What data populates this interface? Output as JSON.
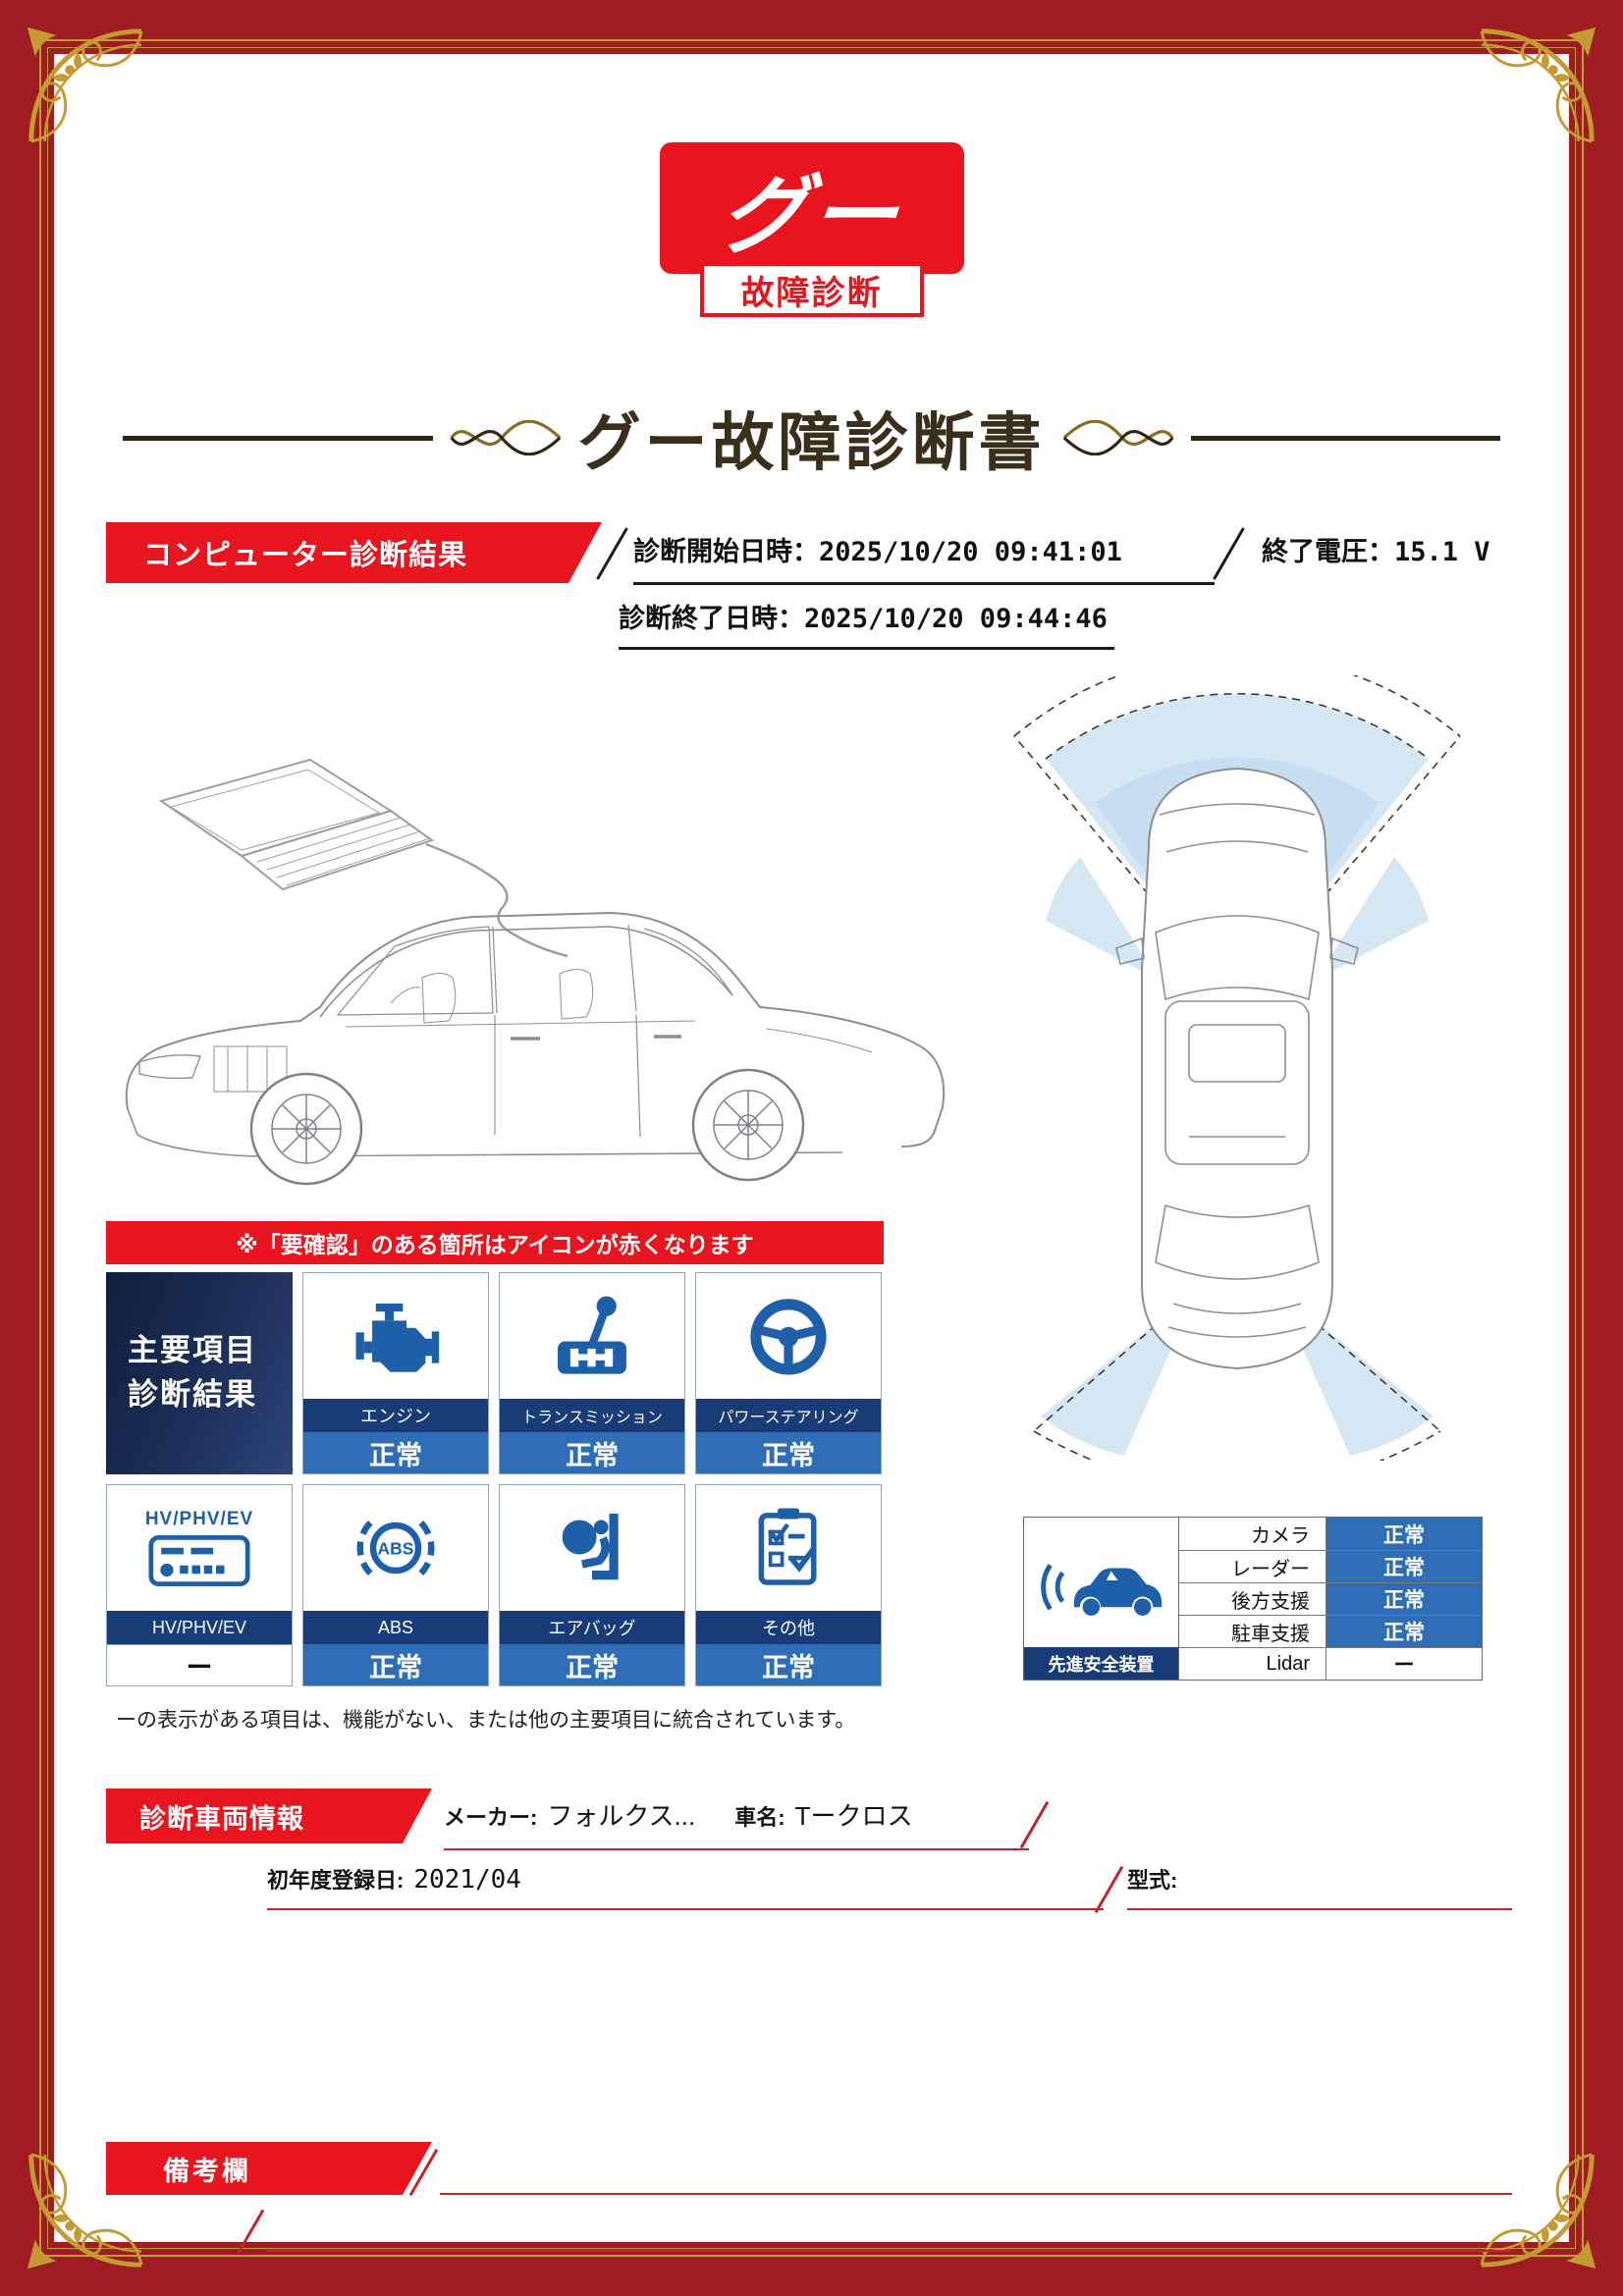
{
  "logo": {
    "main": "グー",
    "sub": "故障診断"
  },
  "title": "グー故障診断書",
  "diagnosis": {
    "section_title": "コンピューター診断結果",
    "start_label": "診断開始日時：",
    "start_value": "2025/10/20 09:41:01",
    "voltage_label": "終了電圧：",
    "voltage_value": "15.1 V",
    "end_label": "診断終了日時：",
    "end_value": "2025/10/20 09:44:46"
  },
  "warning_note": "※「要確認」のある箇所はアイコンが赤くなります",
  "main_items": {
    "header_line1": "主要項目",
    "header_line2": "診断結果",
    "items": [
      {
        "label": "エンジン",
        "status": "正常",
        "icon": "engine-icon"
      },
      {
        "label": "トランスミッション",
        "status": "正常",
        "icon": "transmission-icon"
      },
      {
        "label": "パワーステアリング",
        "status": "正常",
        "icon": "steering-wheel-icon"
      },
      {
        "label": "HV/PHV/EV",
        "status": "ー",
        "icon": "hv-phv-ev-icon"
      },
      {
        "label": "ABS",
        "status": "正常",
        "icon": "abs-icon"
      },
      {
        "label": "エアバッグ",
        "status": "正常",
        "icon": "airbag-icon"
      },
      {
        "label": "その他",
        "status": "正常",
        "icon": "checklist-icon"
      }
    ],
    "footnote": "ーの表示がある項目は、機能がない、または他の主要項目に統合されています。"
  },
  "safety": {
    "label": "先進安全装置",
    "icon": "safety-car-icon",
    "rows": [
      {
        "name": "カメラ",
        "status": "正常"
      },
      {
        "name": "レーダー",
        "status": "正常"
      },
      {
        "name": "後方支援",
        "status": "正常"
      },
      {
        "name": "駐車支援",
        "status": "正常"
      },
      {
        "name": "Lidar",
        "status": "ー"
      }
    ]
  },
  "vehicle": {
    "section_title": "診断車両情報",
    "maker_label": "メーカー:",
    "maker_value": "フォルクス...",
    "name_label": "車名:",
    "name_value": "Tークロス",
    "registration_label": "初年度登録日:",
    "registration_value": "2021/04",
    "model_label": "型式:",
    "model_value": ""
  },
  "remarks": {
    "section_title": "備考欄"
  },
  "colors": {
    "accent_red": "#e8141e",
    "frame_red": "#9e1c22",
    "label_blue_dark": "#173c78",
    "status_blue": "#2f6eb6",
    "icon_blue": "#1e5fa9",
    "gold": "#c59a33"
  }
}
